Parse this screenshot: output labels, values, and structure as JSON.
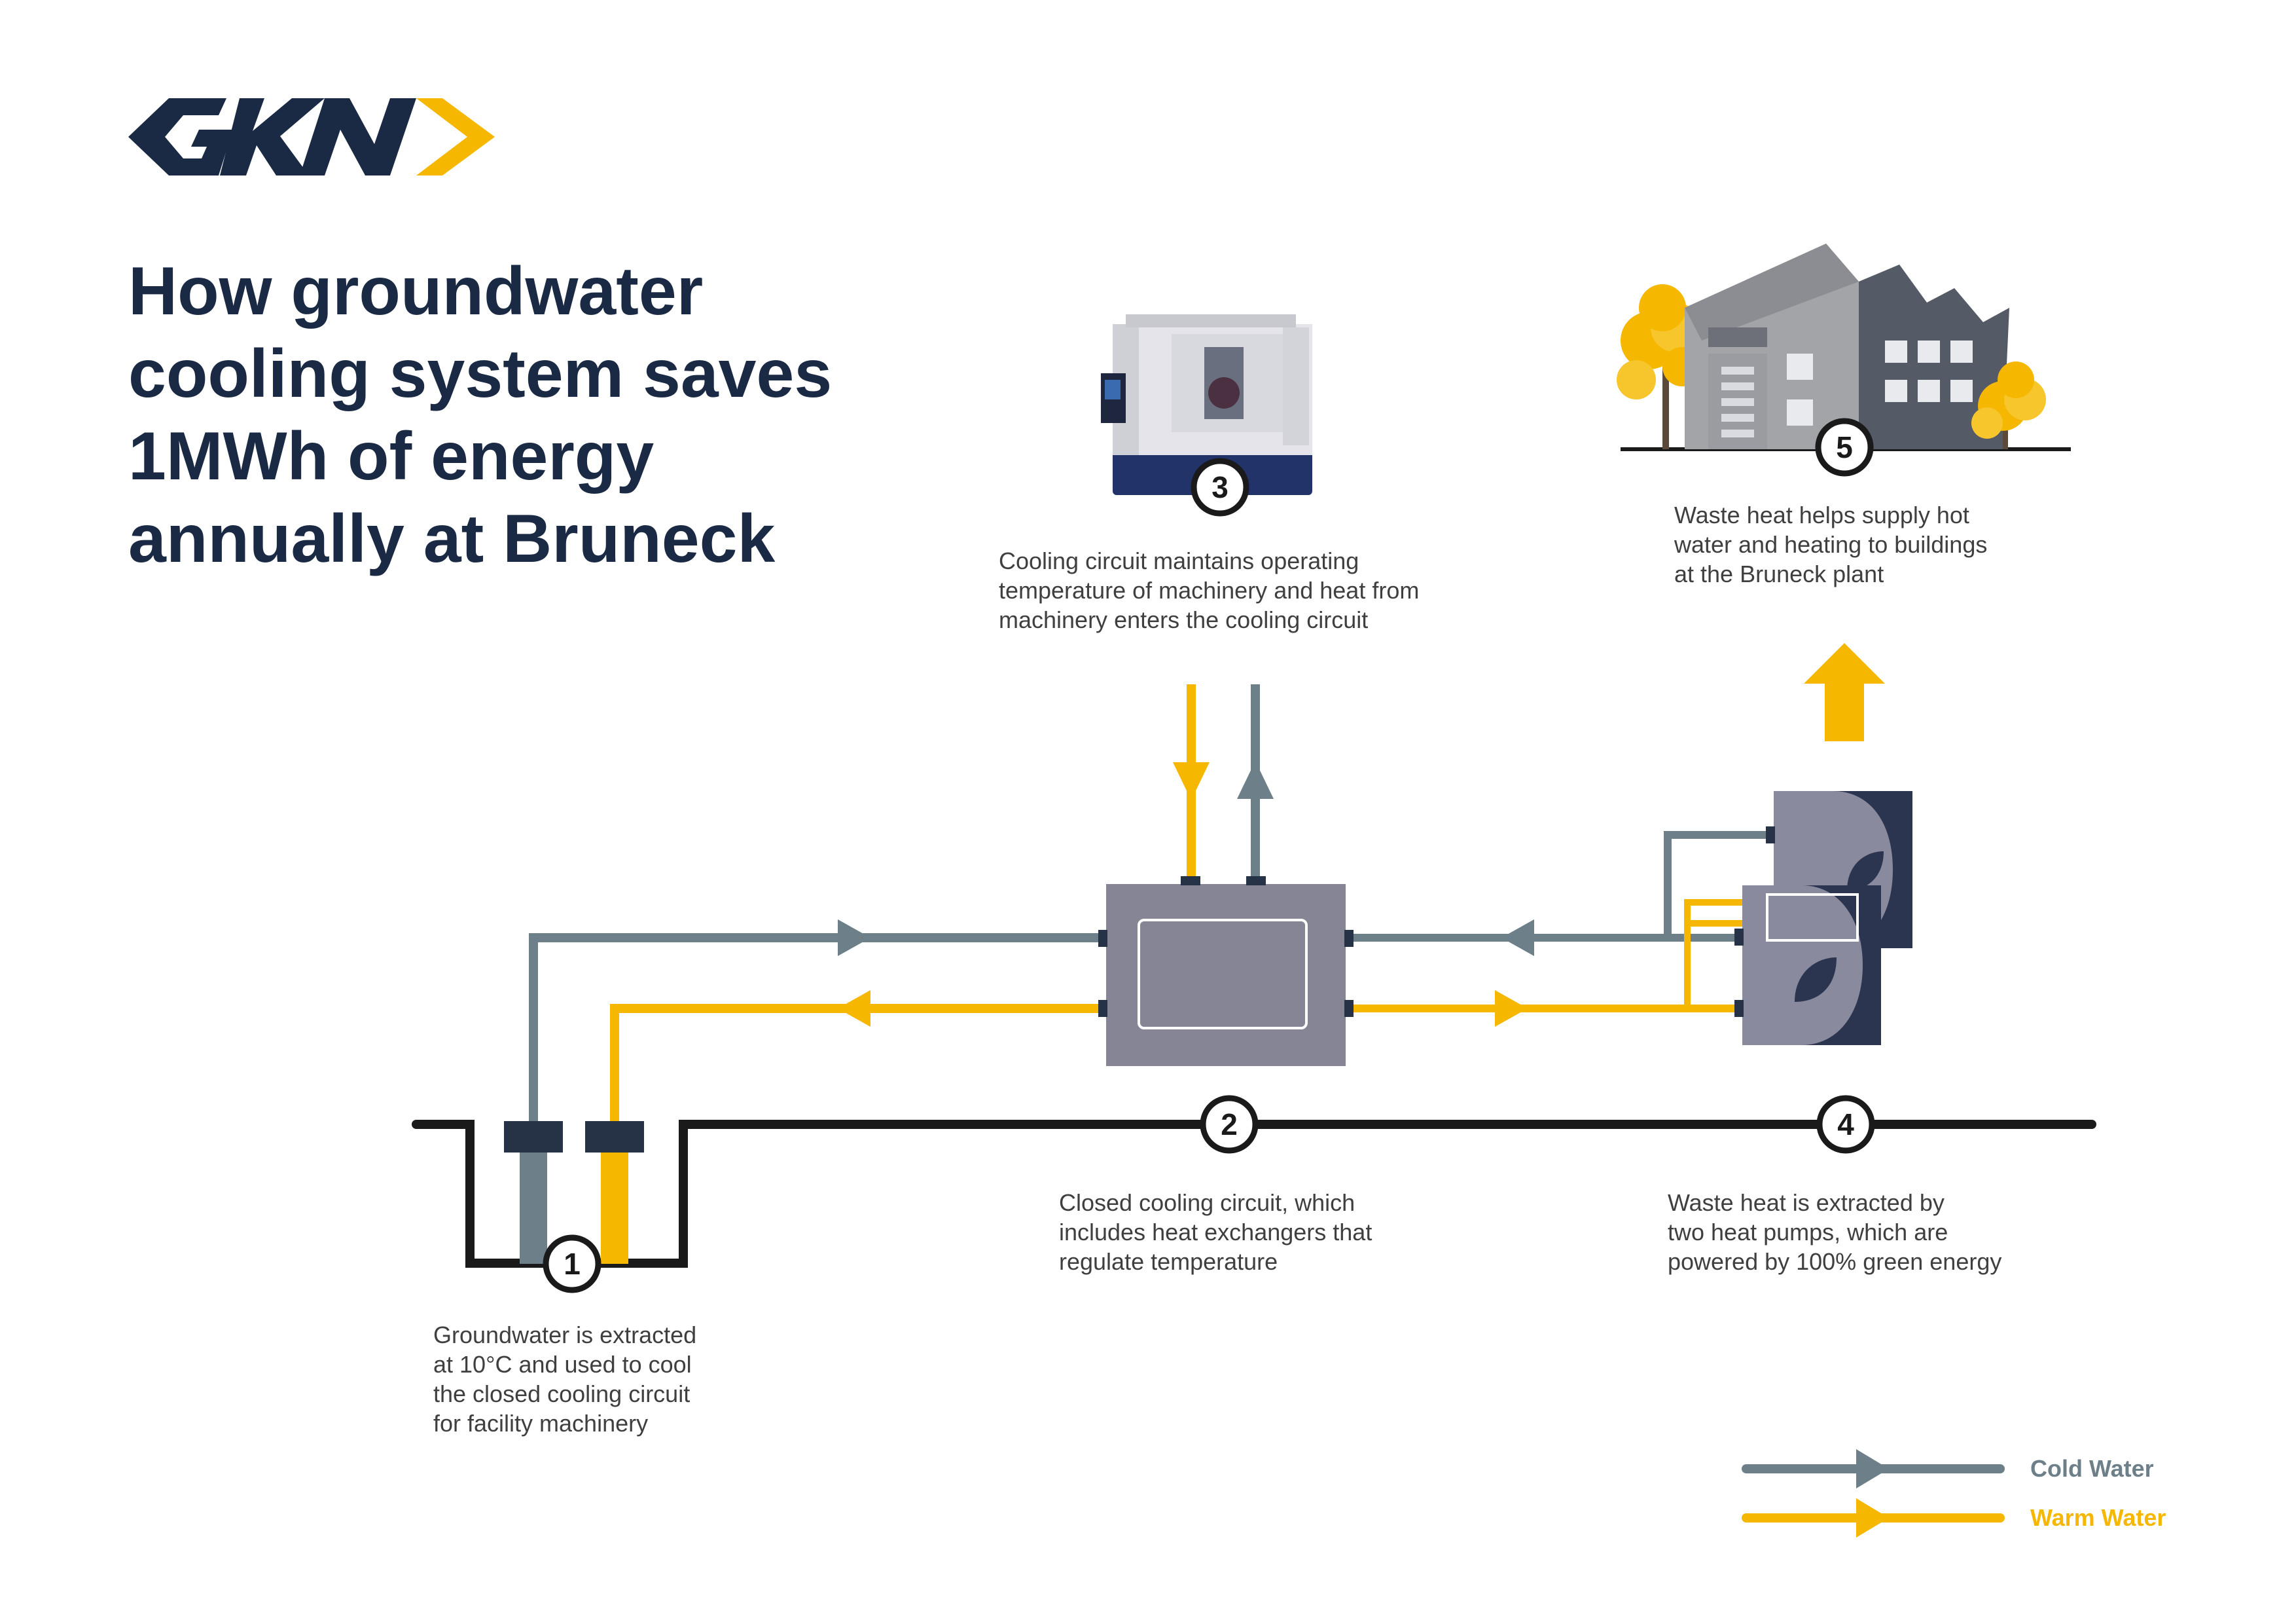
{
  "title_lines": [
    "How groundwater",
    "cooling system saves",
    "1MWh of energy",
    "annually at Bruneck"
  ],
  "logo": {
    "name": "GKN",
    "icon": "gkn-logo-icon"
  },
  "steps": [
    {
      "number": "1",
      "lines": [
        "Groundwater is extracted",
        "at 10°C and used to cool",
        "the closed cooling circuit",
        "for facility machinery"
      ]
    },
    {
      "number": "2",
      "lines": [
        "Closed cooling circuit, which",
        "includes heat exchangers that",
        "regulate temperature"
      ]
    },
    {
      "number": "3",
      "lines": [
        "Cooling circuit maintains operating",
        "temperature of machinery and heat from",
        "machinery enters the cooling circuit"
      ]
    },
    {
      "number": "4",
      "lines": [
        "Waste heat is extracted by",
        "two heat pumps, which are",
        "powered by 100% green energy"
      ]
    },
    {
      "number": "5",
      "lines": [
        "Waste heat helps supply hot",
        "water and heating to buildings",
        "at the Bruneck plant"
      ]
    }
  ],
  "legend": [
    {
      "label": "Cold Water",
      "color": "#6d8089"
    },
    {
      "label": "Warm Water",
      "color": "#f5b700"
    }
  ],
  "colors": {
    "navy": "#1b2a44",
    "cold": "#6d8089",
    "warm": "#f5b700",
    "exchanger": "#858596",
    "pump": "#2c3550",
    "ground": "#1a1a1a"
  },
  "icons": [
    "gkn-logo-icon",
    "machine-tool-icon",
    "factory-building-icon",
    "heat-exchanger-icon",
    "heat-pump-icon",
    "up-arrow-icon",
    "leaf-icon",
    "tree-icon"
  ]
}
